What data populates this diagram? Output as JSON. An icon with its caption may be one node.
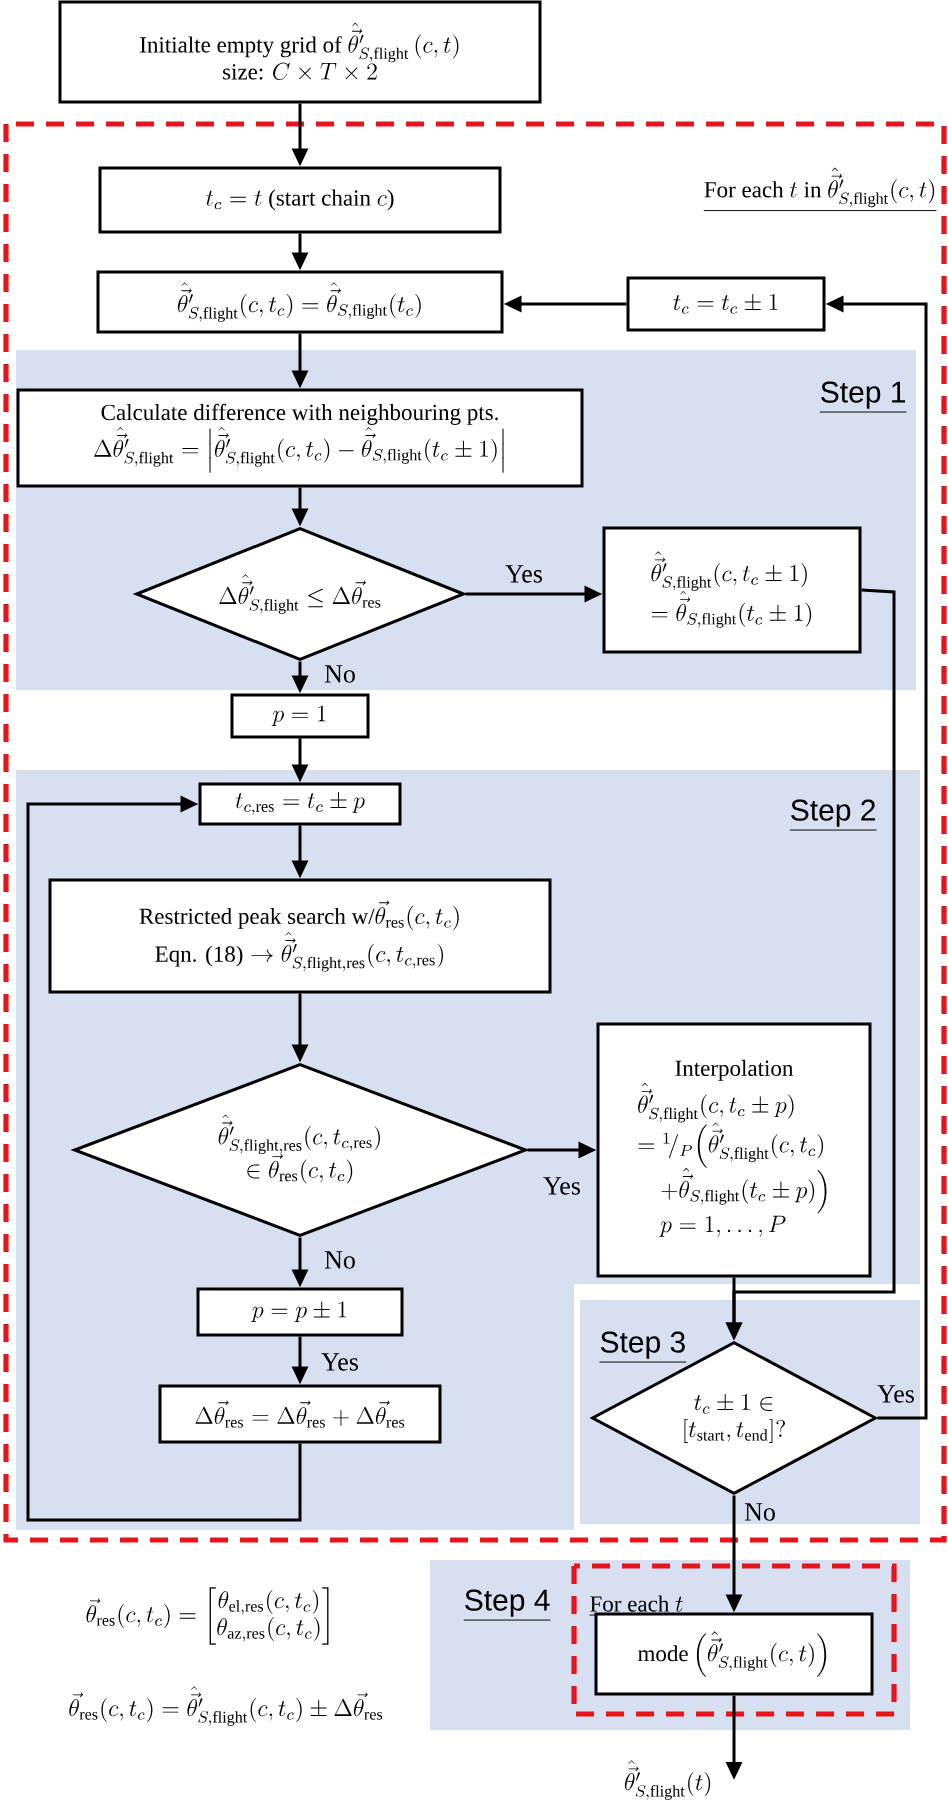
{
  "diagram": {
    "nodes": [
      {
        "text": [
          "\\text{Initialte empty grid of } \\hat{\\vec{\\theta}}'_{S,\\mathrm{flight}}\\left(c,t\\right)",
          "\\text{size: } C\\times T\\times 2"
        ]
      },
      {
        "text": [
          "\\text{For each } t \\text{ in } \\hat{\\vec{\\theta}}'_{S,\\mathrm{flight}}(c,t)"
        ]
      },
      {
        "text": [
          "t_c = t\\ \\text{(start chain } c\\text{)}"
        ],
        "in": 1
      },
      {
        "text": [
          "\\hat{\\vec{\\theta}}'_{S,\\mathrm{flight}}(c,t_c)=\\hat{\\vec{\\theta}}_{S,\\mathrm{flight}}(t_c)"
        ],
        "in": 1
      },
      {
        "text": [
          "t_c = t_c \\pm 1"
        ],
        "in": 1
      },
      {
        "text": [
          "Step 1"
        ],
        "in": 1
      },
      {
        "text": [
          "Calculate difference with neighbouring pts.",
          "\\Delta\\hat{\\vec{\\theta}}'_{S,\\mathrm{flight}}=\\left|\\hat{\\vec{\\theta}}'_{S,\\mathrm{flight}}(c,t_c)-\\hat{\\vec{\\theta}}_{S,\\mathrm{flight}}(t_c\\pm 1)\\right|"
        ],
        "in": 5
      },
      {
        "text": [
          "\\Delta\\hat{\\vec{\\theta}}'_{S,\\mathrm{flight}}\\leq\\Delta\\vec{\\theta}_{\\mathrm{res}}"
        ],
        "in": 5
      },
      {
        "text": [
          "\\begin{array}{l}\\hat{\\vec{\\theta}}'_{S,\\mathrm{flight}}(c,t_c\\pm 1)\\\\ =\\hat{\\vec{\\theta}}_{S,\\mathrm{flight}}(t_c\\pm 1)\\end{array}"
        ],
        "in": 5
      },
      {
        "text": [
          "p=1"
        ],
        "in": 1
      },
      {
        "text": [
          "Step 2"
        ],
        "in": 1
      },
      {
        "text": [
          "t_{c,\\mathrm{res}}=t_c\\pm p"
        ],
        "in": 10
      },
      {
        "text": [
          "\\text{Restricted peak search w/}\\vec{\\theta}_{\\mathrm{res}}(c,t_c)",
          "\\text{Eqn. (18)} \\rightarrow \\hat{\\vec{\\theta}}'_{S,\\mathrm{flight,res}}(c,t_{c,\\mathrm{res}})"
        ],
        "in": 10
      },
      {
        "text": [
          "\\begin{array}{c}\\hat{\\vec{\\theta}}'_{S,\\mathrm{flight,res}}(c,t_{c,\\mathrm{res}})\\\\ \\in\\vec{\\theta}_{\\mathrm{res}}(c,t_c)\\end{array}"
        ],
        "in": 10
      },
      {
        "text": [
          "Interpolation",
          "\\begin{array}{l}\\hat{\\vec{\\theta}}'_{S,\\mathrm{flight}}(c,t_c\\pm p)\\\\ ={}^{1}\\!/_{P}\\Big(\\hat{\\vec{\\theta}}'_{S,\\mathrm{flight}}(c,t_c)\\\\ \\quad+\\hat{\\vec{\\theta}}_{S,\\mathrm{flight}}(t_c\\pm p)\\Big)\\\\ \\quad p=1,\\ldots,P\\end{array}"
        ],
        "in": 10
      },
      {
        "text": [
          "p=p\\pm 1"
        ],
        "in": 10
      },
      {
        "text": [
          "\\Delta\\vec{\\theta}_{\\mathrm{res}}=\\Delta\\vec{\\theta}_{\\mathrm{res}}+\\Delta\\vec{\\theta}_{\\mathrm{res}}"
        ],
        "in": 10
      },
      {
        "text": [
          "Step 3"
        ],
        "in": 1
      },
      {
        "text": [
          "\\begin{array}{c}t_c\\pm 1\\in\\\\ \\left[t_{\\mathrm{start}},t_{\\mathrm{end}}\\right]?\\end{array}"
        ],
        "in": 17
      },
      {
        "text": [
          "Step 4"
        ]
      },
      {
        "text": [
          "\\text{For each } t"
        ],
        "in": 19
      },
      {
        "text": [
          "\\mathrm{mode}\\left(\\hat{\\vec{\\theta}}'_{S,\\mathrm{flight}}(c,t)\\right)"
        ],
        "in": 20
      },
      {
        "text": [
          "\\hat{\\vec{\\theta}}'_{S,\\mathrm{flight}}(t)"
        ]
      }
    ],
    "edges": [
      {
        "from": 0,
        "to": 2,
        "arrow": "to"
      },
      {
        "from": 2,
        "to": 3,
        "arrow": "to"
      },
      {
        "from": 3,
        "to": 6,
        "arrow": "to"
      },
      {
        "from": 6,
        "to": 7,
        "arrow": "to"
      },
      {
        "from": 7,
        "to": 8,
        "arrow": "to",
        "label": "Yes"
      },
      {
        "from": 7,
        "to": 9,
        "arrow": "to",
        "label": "No"
      },
      {
        "from": 8,
        "to": 18,
        "arrow": "to"
      },
      {
        "from": 14,
        "to": 18,
        "arrow": "to"
      },
      {
        "from": 9,
        "to": 11,
        "arrow": "to"
      },
      {
        "from": 11,
        "to": 12,
        "arrow": "to"
      },
      {
        "from": 12,
        "to": 13,
        "arrow": "to"
      },
      {
        "from": 13,
        "to": 14,
        "arrow": "to",
        "label": "Yes"
      },
      {
        "from": 13,
        "to": 15,
        "arrow": "to",
        "label": "No"
      },
      {
        "from": 15,
        "to": 16,
        "arrow": "to",
        "label": "Yes"
      },
      {
        "from": 16,
        "to": 11,
        "arrow": "to"
      },
      {
        "from": 18,
        "to": 4,
        "arrow": "to",
        "label": "Yes"
      },
      {
        "from": 4,
        "to": 3,
        "arrow": "to"
      },
      {
        "from": 18,
        "to": 21,
        "arrow": "to",
        "label": "No"
      },
      {
        "from": 21,
        "to": 22,
        "arrow": "to"
      }
    ],
    "labels": [
      "\\vec{\\theta}_{\\mathrm{res}}(c,t_c)=\\begin{bmatrix}\\theta_{\\mathrm{el,res}}(c,t_c)\\\\ \\theta_{\\mathrm{az,res}}(c,t_c)\\end{bmatrix}",
      "\\vec{\\theta}_{\\mathrm{res}}(c,t_c)=\\hat{\\vec{\\theta}}'_{S,\\mathrm{flight}}(c,t_c)\\pm\\Delta\\vec{\\theta}_{\\mathrm{res}}"
    ]
  }
}
